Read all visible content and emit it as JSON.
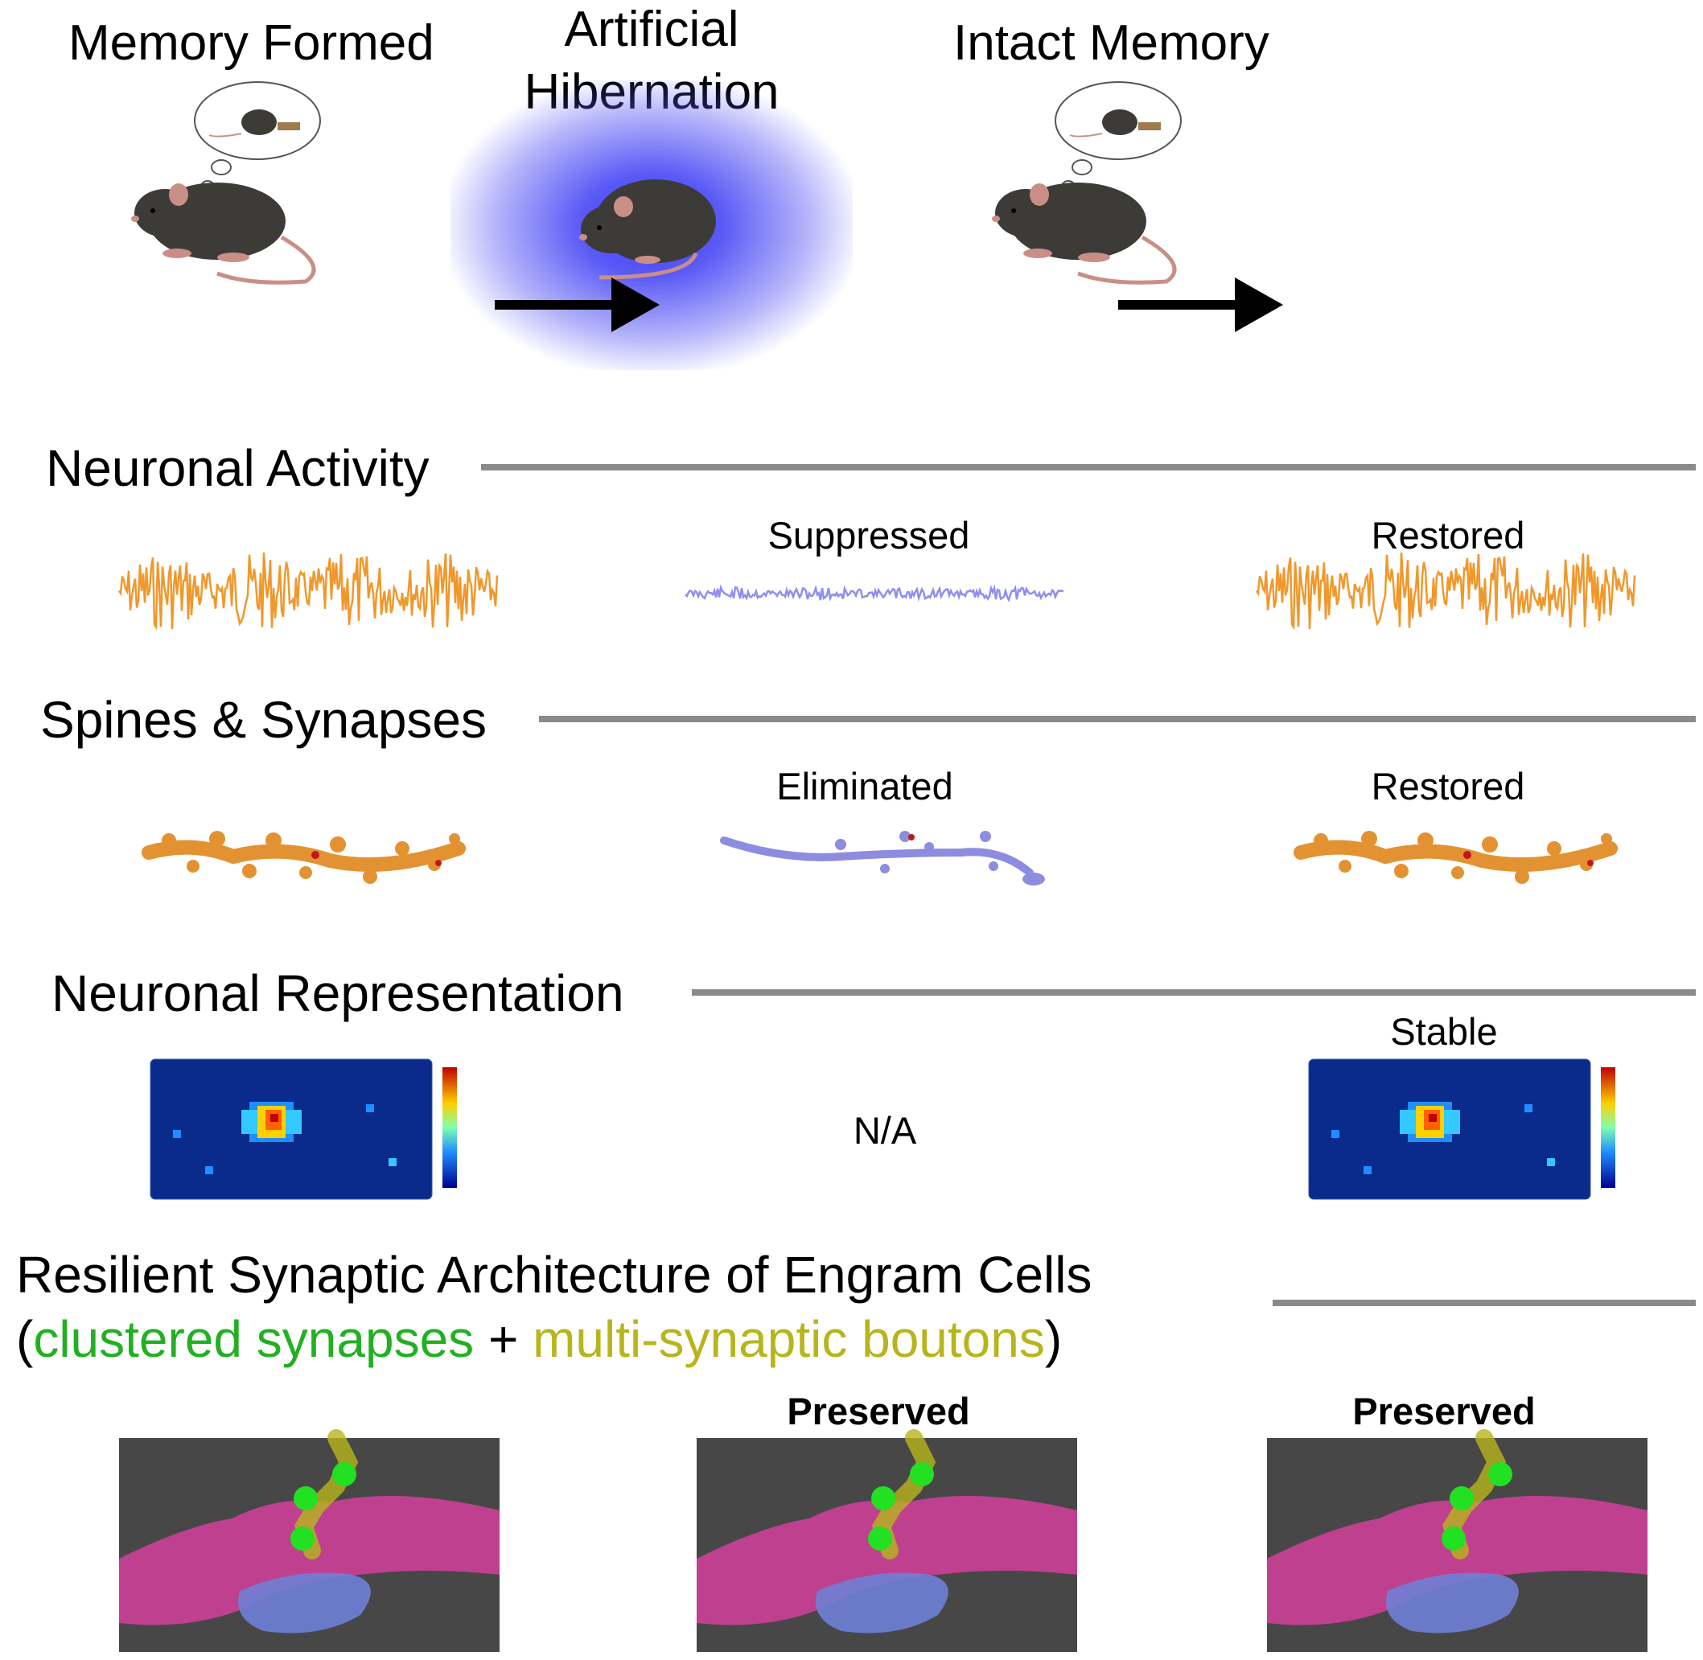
{
  "stages": {
    "formed": "Memory Formed",
    "hibernation_line1": "Artificial",
    "hibernation_line2": "Hibernation",
    "intact": "Intact Memory"
  },
  "sections": {
    "activity": {
      "title": "Neuronal Activity",
      "hibernation_label": "Suppressed",
      "intact_label": "Restored"
    },
    "spines": {
      "title": "Spines & Synapses",
      "hibernation_label": "Eliminated",
      "intact_label": "Restored"
    },
    "representation": {
      "title": "Neuronal Representation",
      "hibernation_label": "N/A",
      "intact_label": "Stable"
    },
    "architecture": {
      "title": "Resilient Synaptic Architecture of Engram Cells",
      "paren_open": "(",
      "clustered": "clustered synapses",
      "plus": " + ",
      "multi": "multi-synaptic boutons",
      "paren_close": ")",
      "hibernation_label": "Preserved",
      "intact_label": "Preserved"
    }
  },
  "colors": {
    "active_trace": "#f0982c",
    "suppressed_trace": "#8f8ff0",
    "spine_orange": "#e39232",
    "spine_blue": "#8d8ddf",
    "hibernation_glow": "#3d3df5",
    "clustered": "#22b022",
    "boutons": "#b7b51c",
    "dendrite_magenta": "#cc3f97",
    "axon_blue": "#6f7fd6",
    "em_background": "#474747",
    "heatmap_background": "#0a2a8c"
  },
  "icons": [
    "mouse-icon",
    "thought-bubble-icon",
    "arrow-right-icon"
  ]
}
